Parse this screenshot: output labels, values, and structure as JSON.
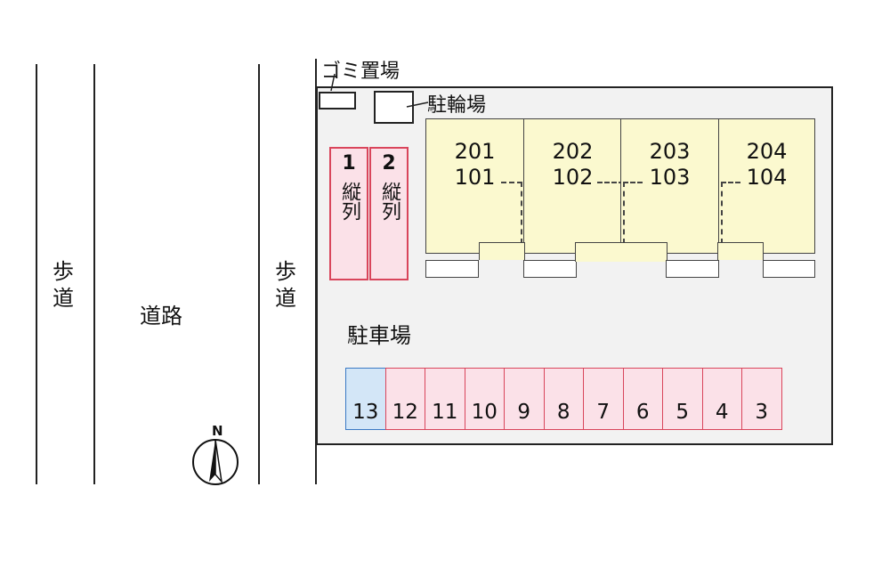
{
  "road": {
    "left_sidewalk": "歩道",
    "main_road": "道路",
    "right_sidewalk": "歩道"
  },
  "labels": {
    "garbage": "ゴミ置場",
    "bicycle": "駐輪場",
    "parking": "駐車場"
  },
  "units": [
    {
      "top": "201",
      "bottom": "101"
    },
    {
      "top": "202",
      "bottom": "102"
    },
    {
      "top": "203",
      "bottom": "103"
    },
    {
      "top": "204",
      "bottom": "104"
    }
  ],
  "tandem_spaces": [
    {
      "number": "1",
      "text": "縦列"
    },
    {
      "number": "2",
      "text": "縦列"
    }
  ],
  "parking_slots": [
    "13",
    "12",
    "11",
    "10",
    "9",
    "8",
    "7",
    "6",
    "5",
    "4",
    "3"
  ],
  "compass": {
    "letter": "N"
  },
  "colors": {
    "unit_fill": "#fbf9cf",
    "parking_fill": "#fbe1e8",
    "parking_border": "#d9455b",
    "highlight_fill": "#d3e6f7",
    "highlight_border": "#3a79c4"
  }
}
